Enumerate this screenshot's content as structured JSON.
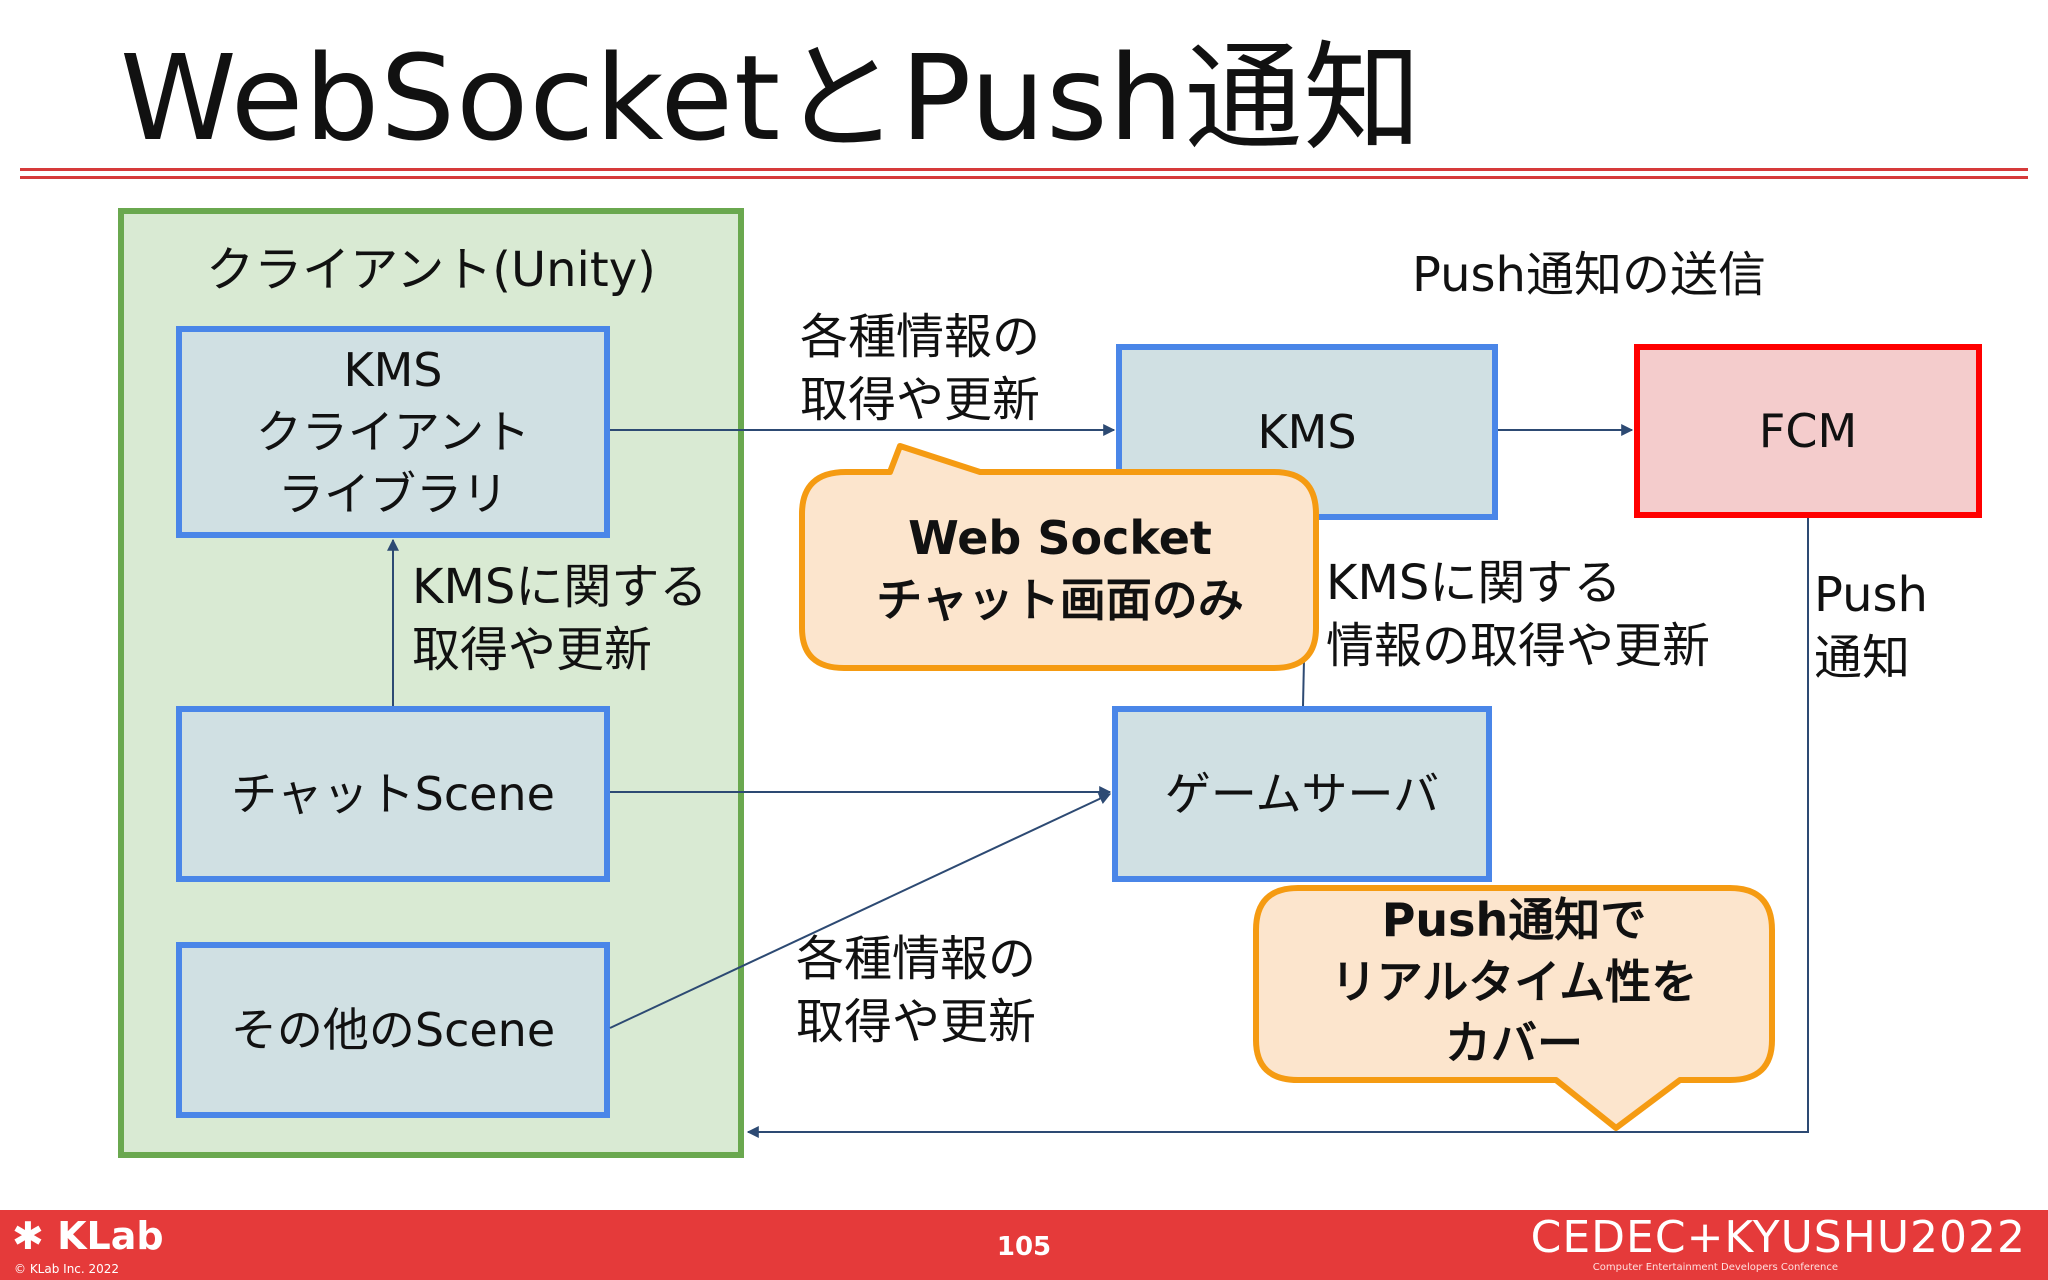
{
  "title": "WebSocketとPush通知",
  "client_panel": {
    "title": "クライアント(Unity)"
  },
  "nodes": {
    "kms_client_lib": "KMS\nクライアント\nライブラリ",
    "chat_scene": "チャットScene",
    "other_scene": "その他のScene",
    "kms": "KMS",
    "fcm": "FCM",
    "game_server": "ゲームサーバ"
  },
  "edge_labels": {
    "kms_get_update_top": "各種情報の\n取得や更新",
    "kms_related": "KMSに関する\n取得や更新",
    "push_send": "Push通知の送信",
    "kms_info_update": "KMSに関する\n情報の取得や更新",
    "push_notify": "Push\n通知",
    "other_get_update": "各種情報の\n取得や更新"
  },
  "callouts": {
    "websocket": "Web Socket\nチャット画面のみ",
    "push": "Push通知で\nリアルタイム性を\nカバー"
  },
  "footer": {
    "logo": "KLab",
    "copyright": "© KLab Inc. 2022",
    "page_number": "105",
    "event_logo": "CEDEC+KYUSHU2022",
    "event_subtitle": "Computer Entertainment Developers Conference"
  },
  "colors": {
    "accent_red": "#e53a3a",
    "client_fill": "#d9ead3",
    "client_border": "#6aa84f",
    "node_fill": "#d0e0e3",
    "node_border": "#4a86e8",
    "fcm_fill": "#f4cccc",
    "fcm_border": "#ff0000",
    "callout_fill": "#fce5cd",
    "callout_border": "#f59b12",
    "arrow": "#2d4a73"
  }
}
